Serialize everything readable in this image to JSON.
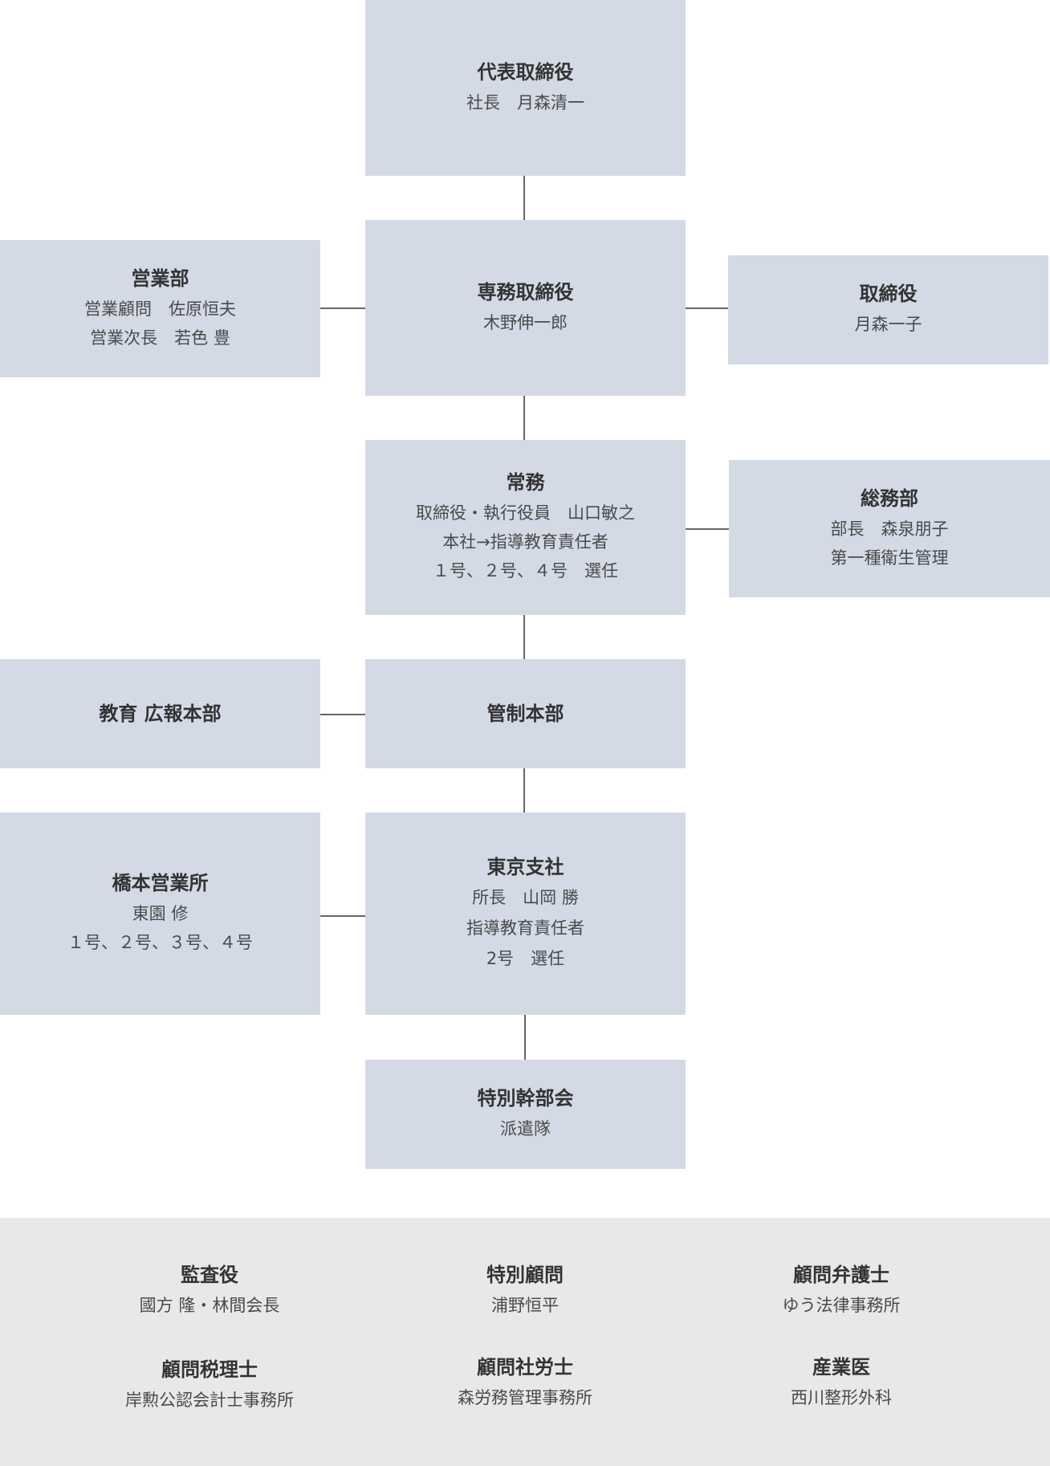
{
  "org": {
    "ceo": {
      "title": "代表取締役",
      "lines": [
        "社長　月森清一"
      ]
    },
    "senior_director": {
      "title": "専務取締役",
      "lines": [
        "木野伸一郎"
      ]
    },
    "sales": {
      "title": "営業部",
      "lines": [
        "営業顧問　佐原恒夫",
        "営業次長　若色 豊"
      ]
    },
    "director": {
      "title": "取締役",
      "lines": [
        "月森一子"
      ]
    },
    "managing": {
      "title": "常務",
      "lines": [
        "取締役・執行役員　山口敏之",
        "本社→指導教育責任者",
        "１号、２号、４号　選任"
      ]
    },
    "general_affairs": {
      "title": "総務部",
      "lines": [
        "部長　森泉朋子",
        "第一種衛生管理"
      ]
    },
    "education_pr": {
      "title": "教育 広報本部",
      "lines": []
    },
    "control_hq": {
      "title": "管制本部",
      "lines": []
    },
    "hashimoto": {
      "title": "橋本営業所",
      "lines": [
        "東園 修",
        "１号、２号、３号、４号"
      ]
    },
    "tokyo_branch": {
      "title": "東京支社",
      "lines": [
        "所長　山岡 勝",
        "指導教育責任者",
        "2号　選任"
      ]
    },
    "special_exec": {
      "title": "特別幹部会",
      "lines": [
        "派遣隊"
      ]
    }
  },
  "advisors": [
    {
      "title": "監査役",
      "line": "國方 隆・林間会長"
    },
    {
      "title": "特別顧問",
      "line": "浦野恒平"
    },
    {
      "title": "顧問弁護士",
      "line": "ゆう法律事務所"
    },
    {
      "title": "顧問税理士",
      "line": "岸勲公認会計士事務所"
    },
    {
      "title": "顧問社労士",
      "line": "森労務管理事務所"
    },
    {
      "title": "産業医",
      "line": "西川整形外科"
    }
  ],
  "colors": {
    "box": "#d3dae6",
    "advisor_bg": "#e8e8e8",
    "connector": "#666666",
    "text": "#333333"
  }
}
